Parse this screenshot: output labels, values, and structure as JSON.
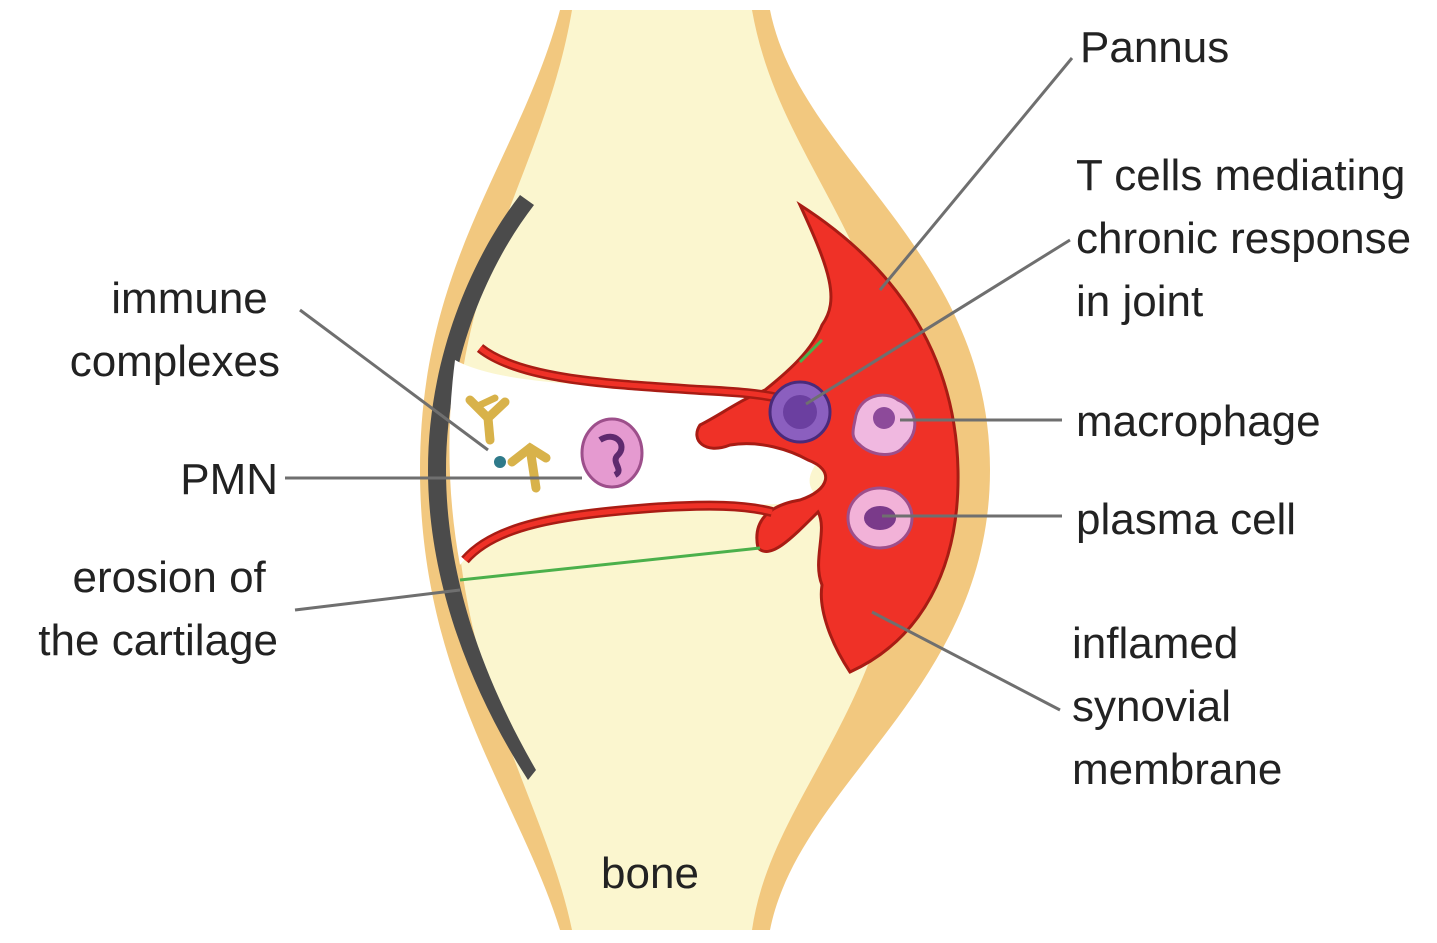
{
  "labels": {
    "pannus": "Pannus",
    "t_cells": [
      "T cells mediating",
      "chronic response",
      "in joint"
    ],
    "immune_complexes": [
      "immune",
      "complexes"
    ],
    "pmn": "PMN",
    "erosion": [
      "erosion of",
      "the cartilage"
    ],
    "macrophage": "macrophage",
    "plasma_cell": "plasma cell",
    "synovial": [
      "inflamed",
      "synovial",
      "membrane"
    ],
    "bone": "bone"
  },
  "colors": {
    "bone": "#fbf6cf",
    "capsule": "#f2c87f",
    "inflamed_tissue": "#ef3127",
    "tissue_outline": "#a81c14",
    "dark_membrane": "#4b4b4b",
    "cell_pink": "#e59ad0",
    "cell_purple": "#6b3fa0",
    "antibody": "#d8b24a"
  }
}
